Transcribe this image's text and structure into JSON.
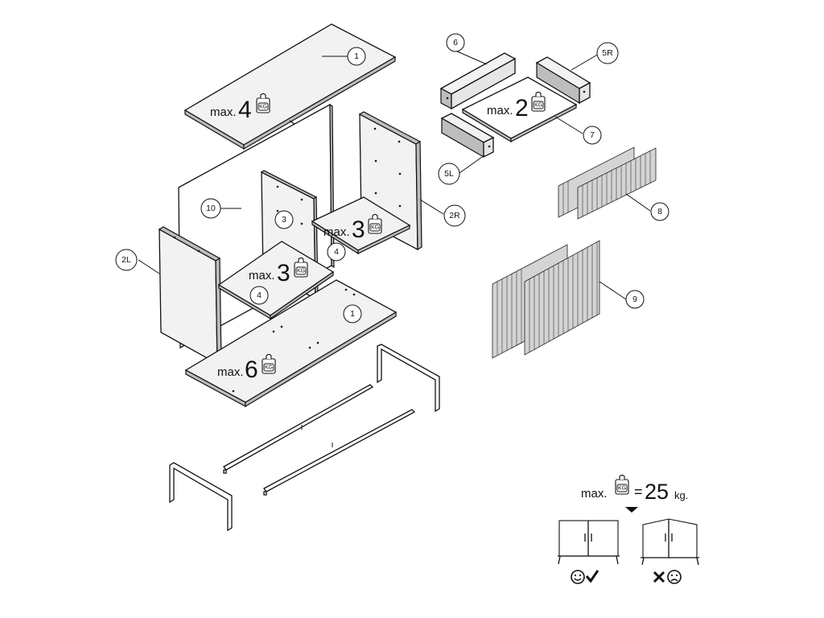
{
  "parts": [
    {
      "id": "p1-top",
      "label": "1"
    },
    {
      "id": "p1-bottom",
      "label": "1"
    },
    {
      "id": "p2L",
      "label": "2L"
    },
    {
      "id": "p2R",
      "label": "2R"
    },
    {
      "id": "p3",
      "label": "3"
    },
    {
      "id": "p4-left",
      "label": "4"
    },
    {
      "id": "p4-right",
      "label": "4"
    },
    {
      "id": "p5L",
      "label": "5L"
    },
    {
      "id": "p5R",
      "label": "5R"
    },
    {
      "id": "p6",
      "label": "6"
    },
    {
      "id": "p7",
      "label": "7"
    },
    {
      "id": "p8",
      "label": "8"
    },
    {
      "id": "p9",
      "label": "9"
    },
    {
      "id": "p10",
      "label": "10"
    }
  ],
  "load_limits": {
    "prefix": "max.",
    "unit_icon": "KG",
    "top": "4",
    "bottom": "6",
    "shelf_left": "3",
    "shelf_right": "3",
    "drawer": "2"
  },
  "total_limit": {
    "prefix": "max.",
    "equals": "=",
    "value": "25",
    "unit": "kg."
  },
  "icons": {
    "correct": "smiley-check-icon",
    "wrong": "cross-frown-icon"
  }
}
